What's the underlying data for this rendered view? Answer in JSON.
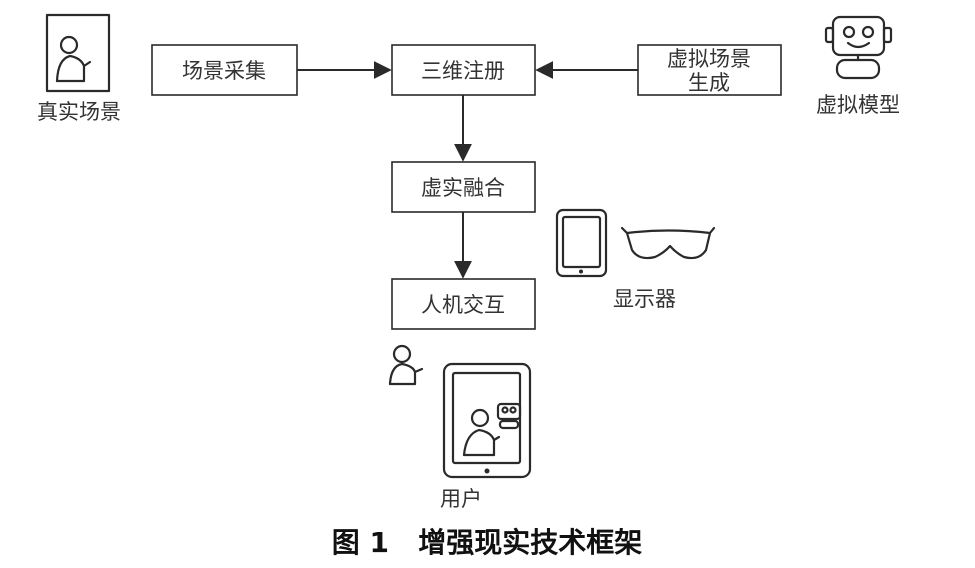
{
  "nodes": {
    "capture": "场景采集",
    "registration": "三维注册",
    "virtual_scene": [
      "虚拟场景",
      "生成"
    ],
    "fusion": "虚实融合",
    "interaction": "人机交互"
  },
  "icon_labels": {
    "real_scene": "真实场景",
    "virtual_model": "虚拟模型",
    "display": "显示器",
    "user": "用户"
  },
  "caption": "图 1   增强现实技术框架"
}
